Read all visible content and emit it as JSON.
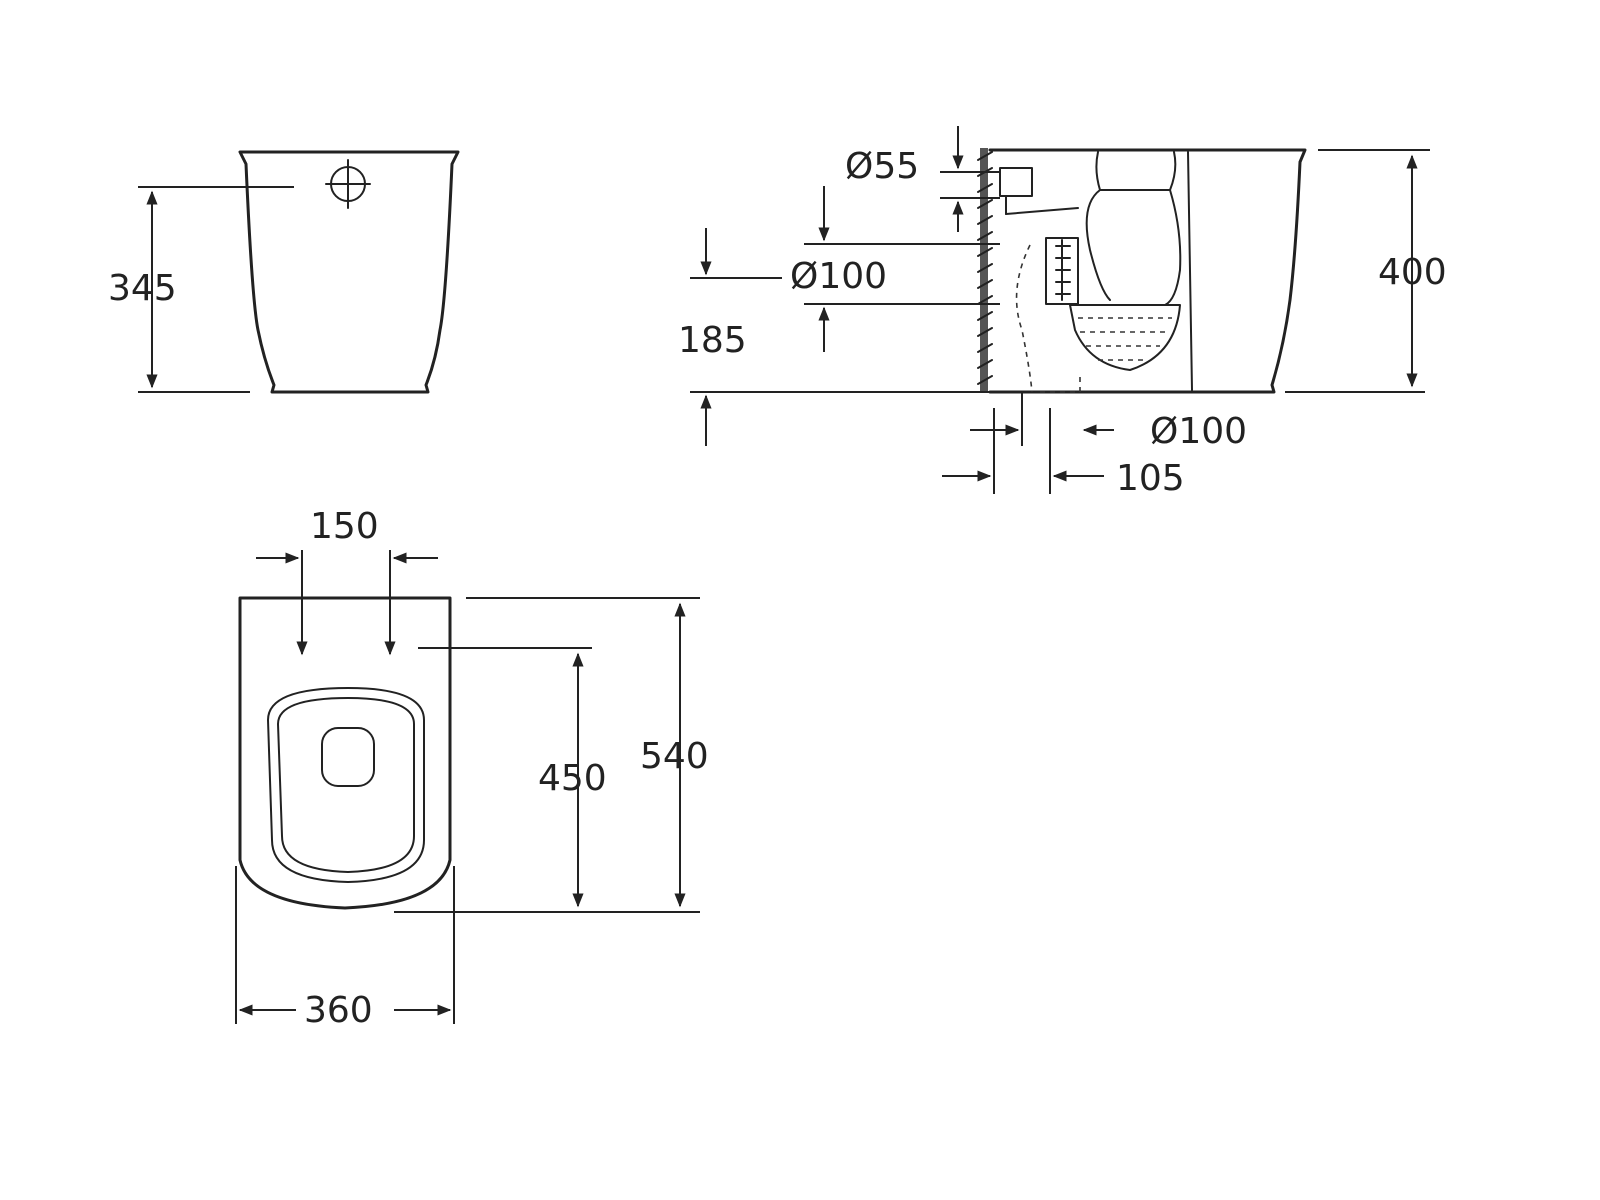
{
  "front_view": {
    "inlet_height": "345"
  },
  "side_view": {
    "supply_diameter": "Ø55",
    "waste_diameter": "Ø100",
    "waste_height": "185",
    "total_height": "400",
    "floor_outlet_diameter": "Ø100",
    "outlet_distance": "105"
  },
  "top_view": {
    "fixing_spacing": "150",
    "seat_length": "450",
    "total_length": "540",
    "total_width": "360"
  },
  "colors": {
    "line": "#222222",
    "background": "#ffffff"
  }
}
